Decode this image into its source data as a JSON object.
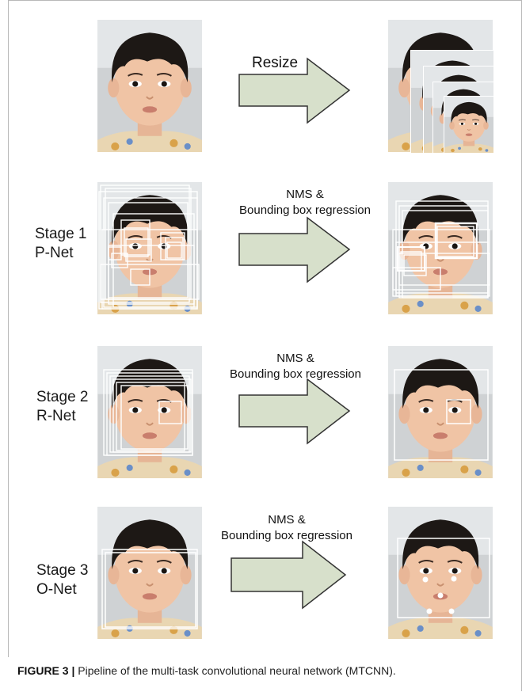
{
  "stages": [
    {
      "id": "resize",
      "label_line1": "",
      "label_line2": "",
      "arrow_text_line1": "Resize",
      "arrow_text_line2": ""
    },
    {
      "id": "stage1",
      "label_line1": "Stage 1",
      "label_line2": "P-Net",
      "arrow_text_line1": "NMS &",
      "arrow_text_line2": "Bounding box regression"
    },
    {
      "id": "stage2",
      "label_line1": "Stage 2",
      "label_line2": "R-Net",
      "arrow_text_line1": "NMS &",
      "arrow_text_line2": "Bounding box regression"
    },
    {
      "id": "stage3",
      "label_line1": "Stage 3",
      "label_line2": "O-Net",
      "arrow_text_line1": "NMS &",
      "arrow_text_line2": "Bounding box regression"
    }
  ],
  "caption": {
    "prefix": "FIGURE 3 |",
    "text": " Pipeline of the multi-task convolutional neural network (MTCNN)."
  },
  "colors": {
    "arrow_fill": "#d7e0cb",
    "arrow_stroke": "#333333",
    "box_stroke": "#ffffff",
    "landmark": "#ffffff"
  }
}
